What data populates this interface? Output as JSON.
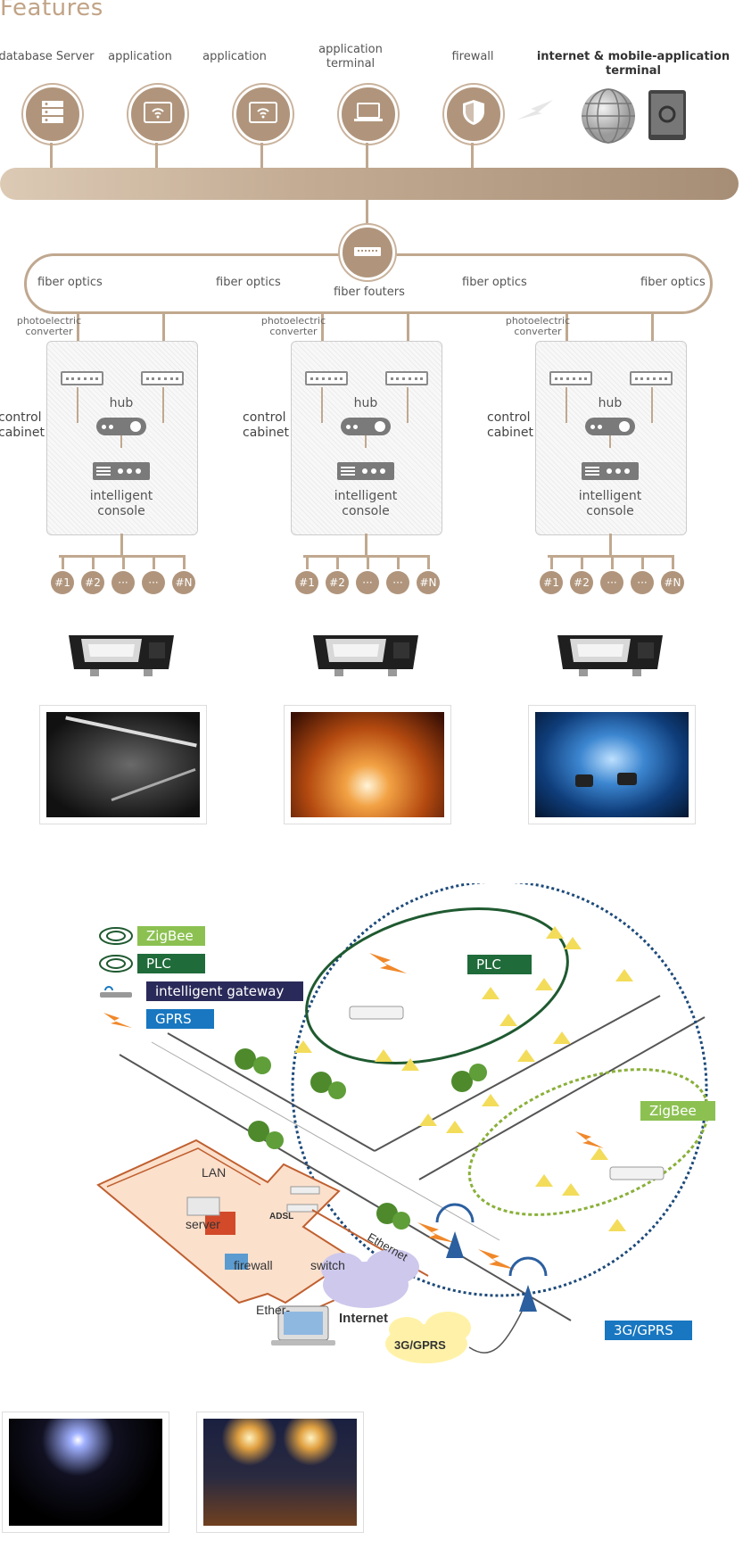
{
  "header": {
    "title": "Features"
  },
  "top_nodes": [
    {
      "label": "database Server",
      "icon": "server-icon"
    },
    {
      "label": "application",
      "icon": "wifi-tablet-icon"
    },
    {
      "label": "application",
      "icon": "wifi-tablet-icon"
    },
    {
      "label": "application terminal",
      "icon": "laptop-icon"
    },
    {
      "label": "firewall",
      "icon": "shield-icon"
    }
  ],
  "internet_label": "internet & mobile-application terminal",
  "fiber": {
    "labels": [
      "fiber optics",
      "fiber optics",
      "fiber optics",
      "fiber optics"
    ],
    "router_label": "fiber fouters"
  },
  "converter_label": [
    "photoelectric",
    "converter"
  ],
  "cabinet_label": [
    "control",
    "cabinet"
  ],
  "hub_label": "hub",
  "console_label": [
    "intelligent",
    "console"
  ],
  "node_numbers": [
    "#1",
    "#2",
    "···",
    "···",
    "#N"
  ],
  "network_diagram": {
    "legend": [
      {
        "label": "ZigBee",
        "color": "#8cc152"
      },
      {
        "label": "PLC",
        "color": "#1f6b3a"
      },
      {
        "label": "intelligent gateway",
        "color": "#2a2a5a"
      },
      {
        "label": "GPRS",
        "color": "#1877c0"
      }
    ],
    "plc_tag": "PLC",
    "zigbee_tag": "ZigBee",
    "gprs_tag": "3G/GPRS",
    "lan_label": "LAN",
    "server_label": "server",
    "adsl_label": "ADSL",
    "firewall_label": "firewall",
    "switch_label": "switch",
    "ether_label": "Ether-",
    "ethernet_label": "Ethernet",
    "internet_label": "Internet",
    "cloud_gprs_label": "3G/GPRS"
  },
  "colors": {
    "accent": "#b0957c",
    "bar_start": "#d8c3ad",
    "bar_end": "#a88f76"
  }
}
